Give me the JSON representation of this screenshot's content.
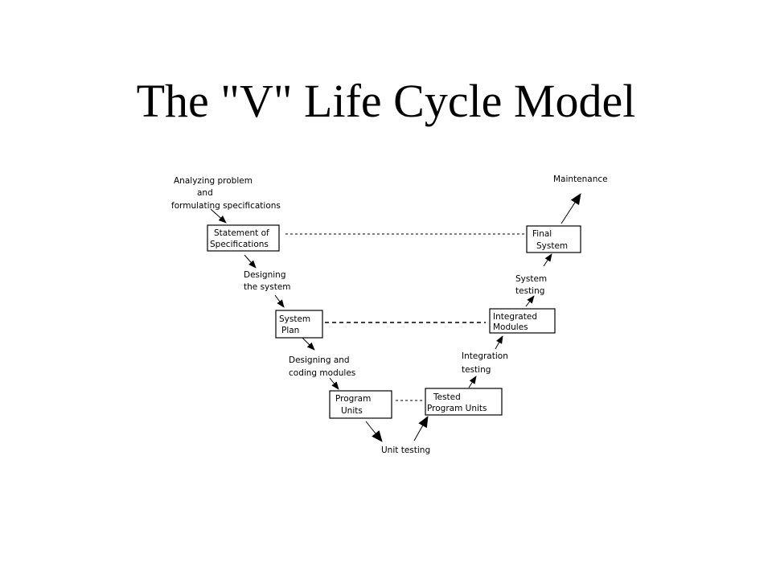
{
  "title": "The \"V\" Life Cycle Model",
  "boxes": {
    "statement_of_specifications": [
      "Statement of",
      "Specifications"
    ],
    "system_plan": [
      "System",
      "Plan"
    ],
    "program_units": [
      "Program",
      "Units"
    ],
    "tested_program_units": [
      "Tested",
      "Program Units"
    ],
    "integrated_modules": [
      "Integrated",
      "Modules"
    ],
    "final_system": [
      "Final",
      "System"
    ]
  },
  "activities": {
    "analyzing": [
      "Analyzing problem",
      "and",
      "formulating specifications"
    ],
    "designing_system": [
      "Designing",
      "the system"
    ],
    "designing_coding": [
      "Designing and",
      "coding modules"
    ],
    "unit_testing": [
      "Unit testing"
    ],
    "integration_testing": [
      "Integration",
      "testing"
    ],
    "system_testing": [
      "System",
      "testing"
    ],
    "maintenance": [
      "Maintenance"
    ]
  }
}
